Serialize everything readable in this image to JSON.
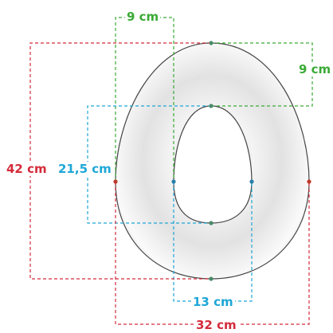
{
  "diagram": {
    "labels": {
      "top_gap": "9 cm",
      "side_gap": "9 cm",
      "total_height": "42 cm",
      "inner_height": "21,5 cm",
      "inner_width": "13 cm",
      "total_width": "32 cm"
    },
    "colors": {
      "green": "#3aaa35",
      "blue": "#1ea7d6",
      "red": "#d42b3a",
      "outline": "#444444",
      "dot": "#4a8a6a"
    }
  }
}
